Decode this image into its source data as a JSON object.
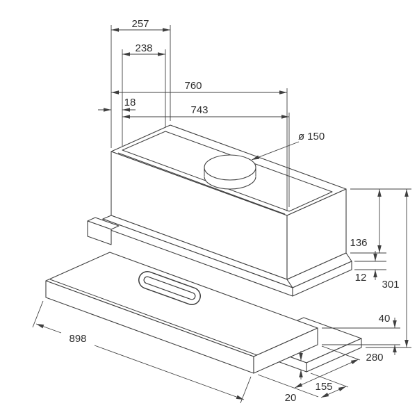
{
  "page": {
    "background": "#ffffff"
  },
  "drawing": {
    "name": "telescopic-cooker-hood-dimension-drawing",
    "line_color": "#3f3f3f",
    "text_color": "#2f2f2f",
    "dims": {
      "top_depth_outer": "257",
      "top_depth_inner": "238",
      "body_width": "760",
      "plateau_width": "743",
      "plateau_offset": "18",
      "duct_diameter": "ø 150",
      "body_height": "136",
      "flange_height": "12",
      "total_height": "301",
      "visor_front_height": "40",
      "visor_width": "898",
      "visor_depth": "280",
      "bottom_protrusion": "155",
      "bottom_plate_height": "20"
    }
  }
}
